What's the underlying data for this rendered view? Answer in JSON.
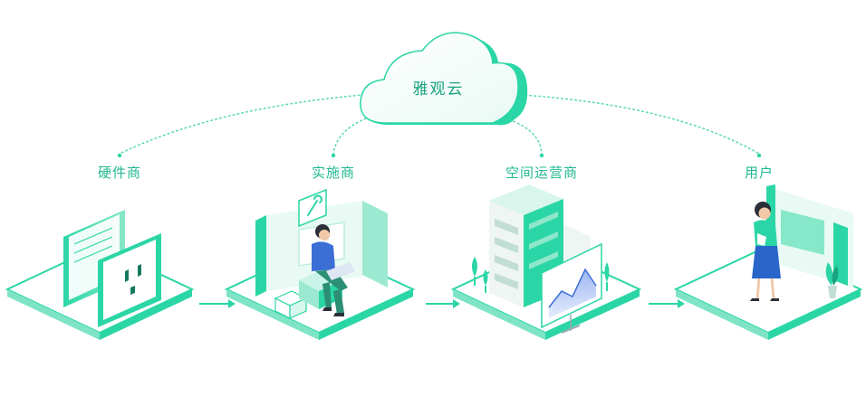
{
  "cloud": {
    "label": "雅观云"
  },
  "roles": [
    {
      "id": "hardware",
      "label": "硬件商"
    },
    {
      "id": "implementer",
      "label": "实施商"
    },
    {
      "id": "space-operator",
      "label": "空间运营商"
    },
    {
      "id": "user",
      "label": "用户"
    }
  ],
  "colors": {
    "accent": "#2bd6a6",
    "accent_dark": "#1aa37f",
    "accent_light": "#c9f3e6",
    "label": "#21b892",
    "figure_shirt": "#3b6fd6",
    "figure_dress": "#2a66c9"
  }
}
